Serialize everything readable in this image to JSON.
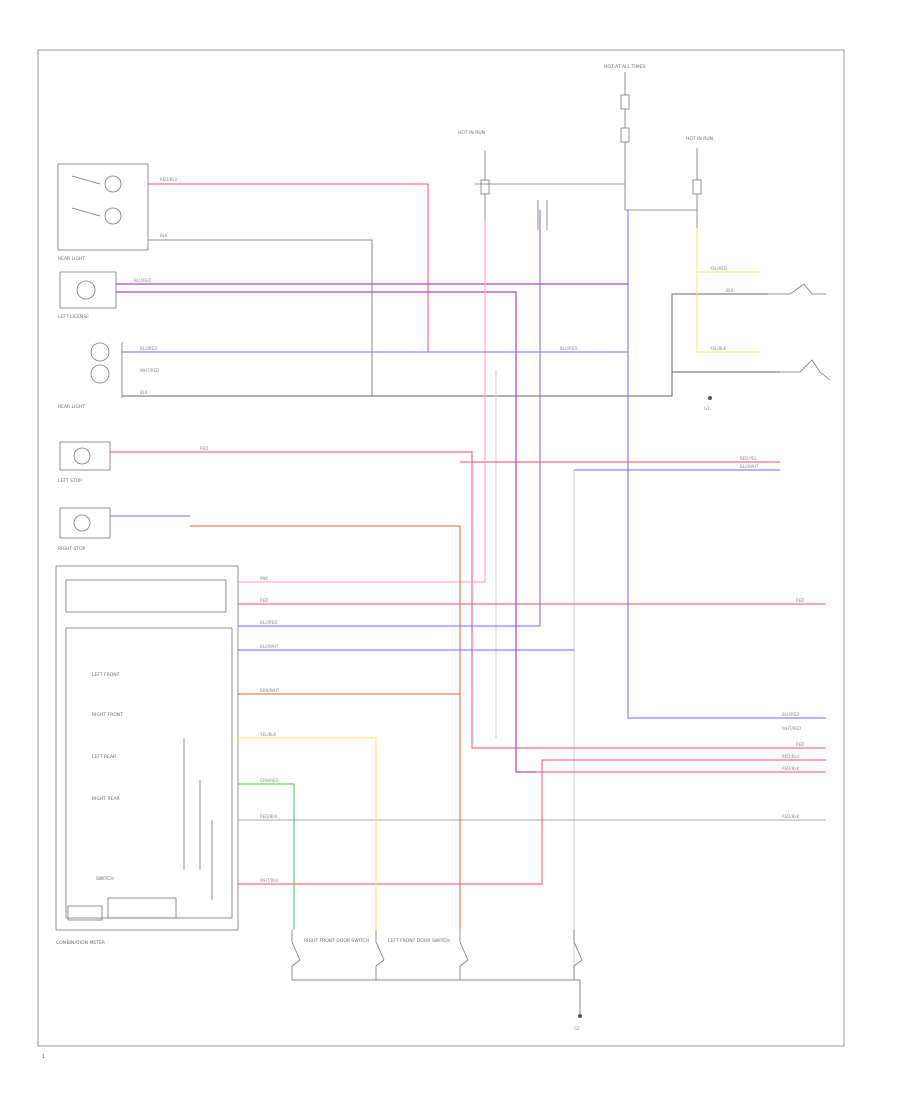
{
  "colors": {
    "red": "#ff4a6e",
    "violet": "#b040c0",
    "pink": "#ff9ad8",
    "blue": "#6a6aff",
    "yellow": "#ffe066",
    "orange": "#e6602a",
    "green": "#40c040",
    "black": "#555555",
    "gray": "#c8c8c8",
    "frame": "#999999"
  },
  "components": {
    "rear_light": "REAR LIGHT",
    "left_license": "LEFT LICENSE",
    "rear_light_2": "REAR LIGHT",
    "left_stop": "LEFT STOP",
    "right_stop": "RIGHT STOP",
    "combination_meter": "COMBINATION METER",
    "hot_at_all_times": "HOT AT ALL TIMES",
    "hot_in_run": "HOT IN RUN",
    "hot_in_run_2": "HOT IN RUN",
    "left_front_door_switch": "LEFT FRONT DOOR SWITCH",
    "right_front_door_switch": "RIGHT FRONT DOOR SWITCH"
  },
  "meter_items": {
    "left_front": "LEFT FRONT",
    "right_front": "RIGHT FRONT",
    "left_rear": "LEFT REAR",
    "right_rear": "RIGHT REAR",
    "switch": "SWITCH"
  },
  "wire_labels": {
    "blu_red": "BLU/RED",
    "red_blu": "RED/BLU",
    "wht_red": "WHT/RED",
    "blk": "BLK",
    "red": "RED",
    "grn_red": "GRN/RED",
    "yel_red": "YEL/RED",
    "pnk": "PNK",
    "red_yel": "RED/YEL",
    "blu_wht": "BLU/WHT",
    "brn_wht": "BRN/WHT",
    "yel_blk": "YEL/BLK",
    "wht_blu": "WHT/BLU",
    "red_blk": "RED/BLK",
    "g1": "G1",
    "g2": "G2"
  },
  "figure_number": "1"
}
